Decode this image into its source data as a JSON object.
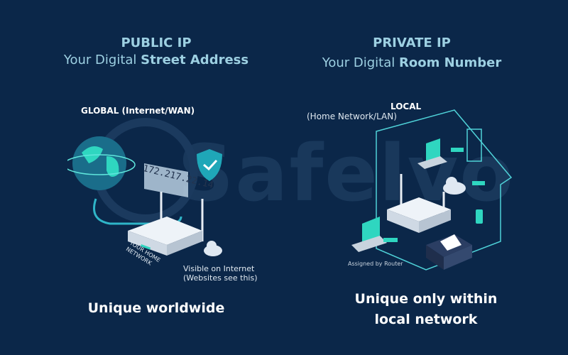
{
  "watermark": "Safelvo",
  "public": {
    "title": "PUBLIC IP",
    "sub_prefix": "Your Digital ",
    "sub_bold": "Street Address",
    "scope": "GLOBAL (Internet/WAN)",
    "ip": "172.217.22.14",
    "router_label": "YOUR HOME NETWORK",
    "visible_line1": "Visible on Internet",
    "visible_line2": "(Websites see this)",
    "footer": "Unique worldwide"
  },
  "private": {
    "title": "PRIVATE IP",
    "sub_prefix": "Your Digital ",
    "sub_bold": "Room Number",
    "scope": "LOCAL",
    "scope_sub": "(Home Network/LAN)",
    "assigned": "Assigned by Router",
    "footer_line1": "Unique only within",
    "footer_line2": "local network"
  },
  "colors": {
    "background": "#0b2749",
    "accent": "#2fd6c0",
    "title": "#9dd0e2"
  }
}
